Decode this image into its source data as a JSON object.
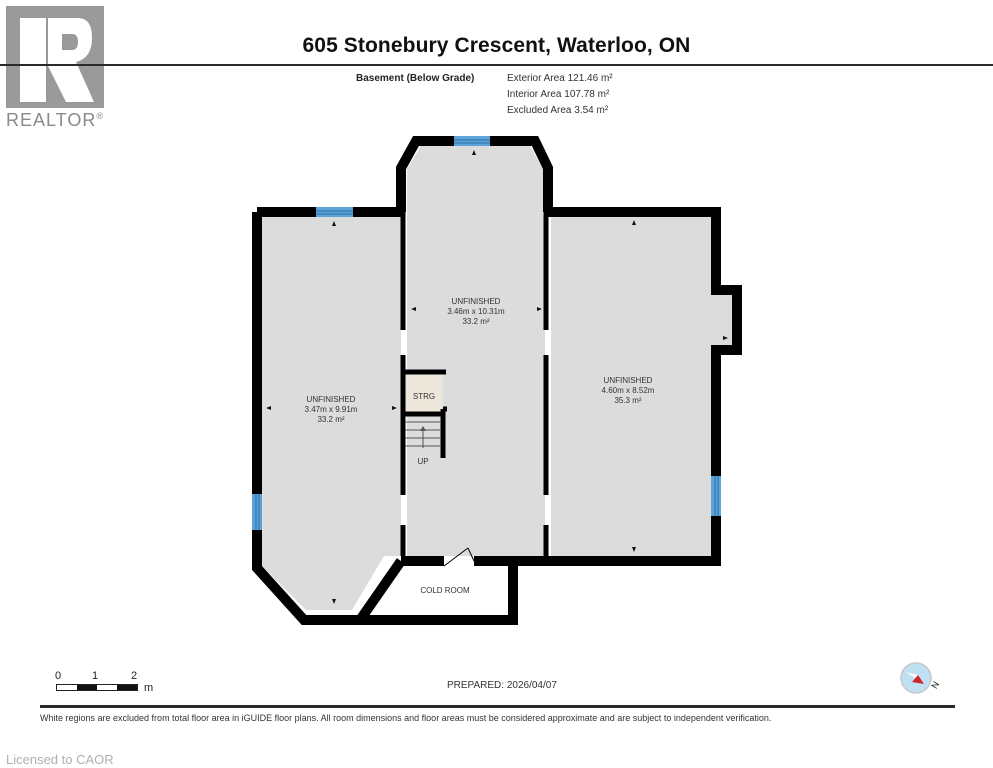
{
  "branding": {
    "logo_icon": "realtor-r-logo",
    "logo_text": "REALTOR",
    "registered_mark": "®"
  },
  "header": {
    "title": "605 Stonebury Crescent, Waterloo, ON"
  },
  "summary": {
    "level_label": "Basement (Below Grade)",
    "exterior_area": "Exterior Area 121.46 m²",
    "interior_area": "Interior Area 107.78 m²",
    "excluded_area": "Excluded Area 3.54 m²"
  },
  "rooms": [
    {
      "name": "UNFINISHED",
      "dimensions": "3.47m x 9.91m",
      "area": "33.2 m²"
    },
    {
      "name": "UNFINISHED",
      "dimensions": "3.46m x 10.31m",
      "area": "33.2 m²"
    },
    {
      "name": "UNFINISHED",
      "dimensions": "4.60m x 8.52m",
      "area": "35.3 m²"
    },
    {
      "name": "STRG"
    },
    {
      "name": "UP"
    },
    {
      "name": "COLD ROOM"
    }
  ],
  "colors": {
    "wall": "#000000",
    "room_fill": "#dcdcdc",
    "storage_fill": "#ede6da",
    "window": "#5ba3d9",
    "excluded_fill": "#ffffff",
    "compass_bg": "#bfe0f3",
    "compass_arrow": "#d0232a"
  },
  "scale_bar": {
    "ticks": [
      "0",
      "1",
      "2"
    ],
    "unit": "m"
  },
  "compass": {
    "icon": "north-arrow-compass-icon",
    "label": "N"
  },
  "footer": {
    "prepared": "PREPARED: 2026/04/07",
    "disclaimer": "White regions are excluded from total floor area in iGUIDE floor plans. All room dimensions and floor areas must be considered approximate and are subject to independent verification.",
    "licensed": "Licensed to CAOR"
  }
}
